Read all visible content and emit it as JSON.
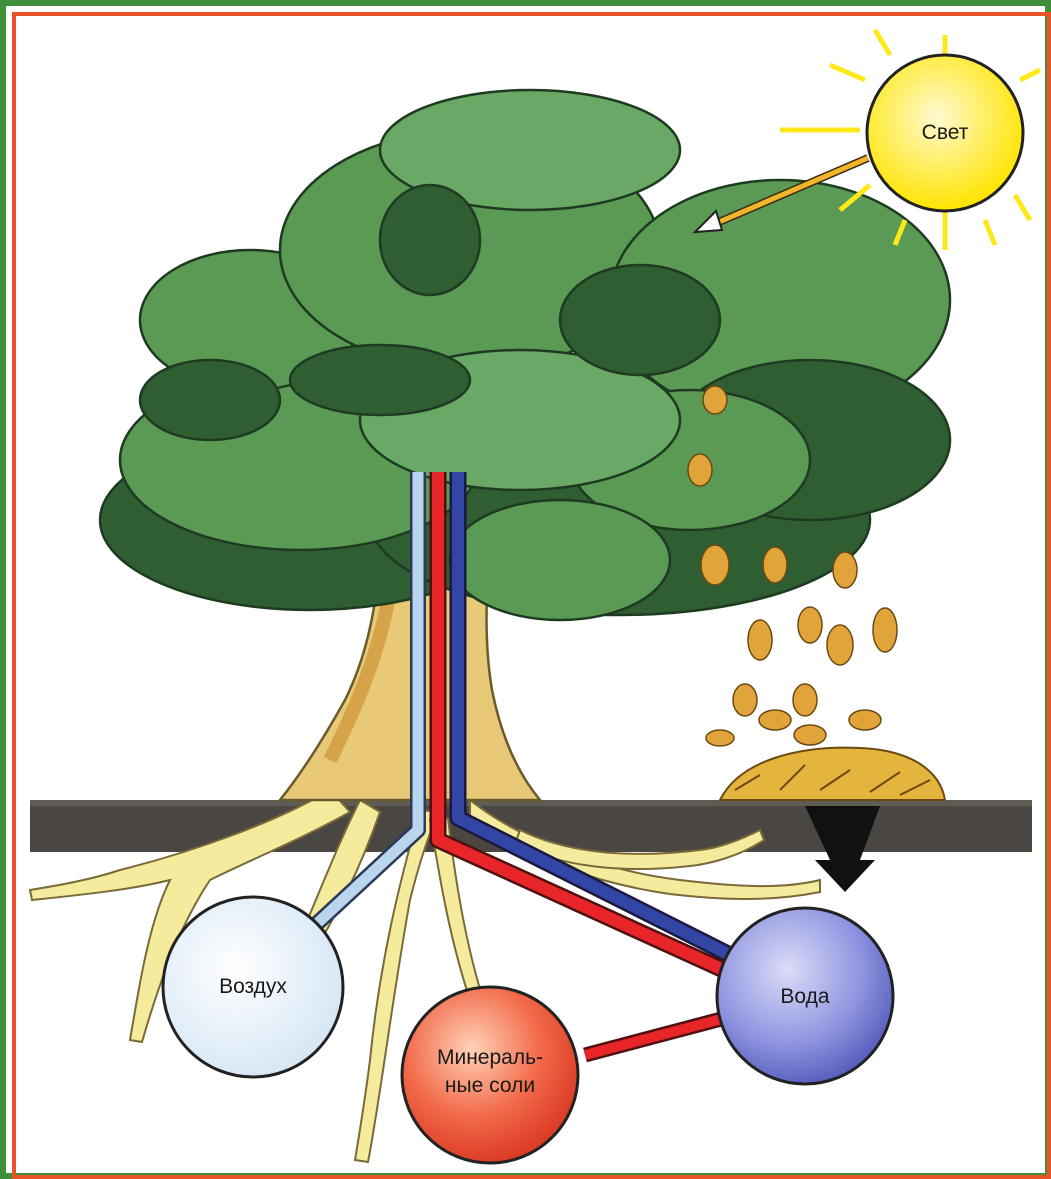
{
  "labels": {
    "light": "Свет",
    "air": "Воздух",
    "water": "Вода",
    "minerals_line1": "Минераль-",
    "minerals_line2": "ные соли"
  },
  "colors": {
    "frame_outer": "#3f8f3a",
    "frame_inner": "#e8532a",
    "foliage": "#5a9a55",
    "foliage_dark": "#2f5e33",
    "trunk": "#e7c978",
    "soil": "#4a4742",
    "sun": "#ffe81a",
    "air_circle": "#eaf3fb",
    "water_circle": "#6670c8",
    "minerals_circle": "#e6452e",
    "air_channel": "#b9d6ee",
    "water_channel": "#3346a6",
    "minerals_channel": "#e8262a"
  }
}
